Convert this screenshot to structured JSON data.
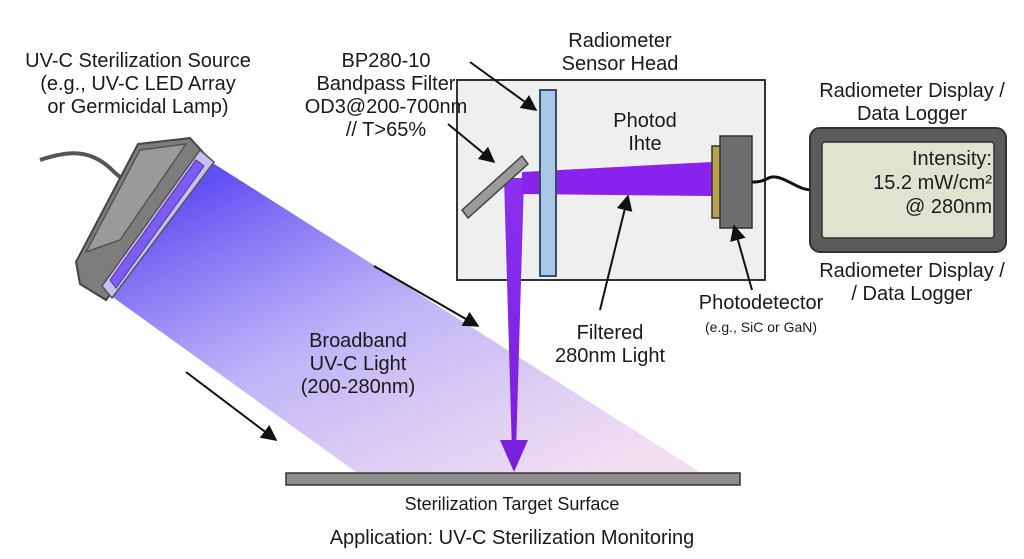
{
  "source_label": [
    "UV-C Sterilization Source",
    "(e.g., UV-C LED Array",
    "or Germicidal Lamp)"
  ],
  "filter_label": [
    "BP280-10",
    "Bandpass Filter",
    "OD3@200-700nm",
    "// T>65%"
  ],
  "sensor_head_label": [
    "Radiometer",
    "Sensor Head"
  ],
  "inner_label": [
    "Photod",
    "Ihte"
  ],
  "display_label_top": [
    "Radiometer Display /",
    "Data Logger"
  ],
  "display_label_bottom": [
    "Radiometer Display /",
    "/ Data Logger"
  ],
  "display_readout": [
    "Intensity:",
    "15.2 mW/cm²",
    "@ 280nm"
  ],
  "photodetector_label": "Photodetector",
  "photodetector_sub": "(e.g., SiC or GaN)",
  "filtered_light_label": [
    "Filtered",
    "280nm Light"
  ],
  "broadband_label": [
    "Broadband",
    "UV-C Light",
    "(200-280nm)"
  ],
  "target_label": "Sterilization Target Surface",
  "application_label": "Application: UV-C Sterilization Monitoring",
  "colors": {
    "uv_beam": "#6a4cf0",
    "filtered_beam": "#8a1ee6",
    "filter_glass": "#a9c7e6",
    "lamp_body": "#8a8a8a",
    "display_screen": "#dfe3cf"
  }
}
